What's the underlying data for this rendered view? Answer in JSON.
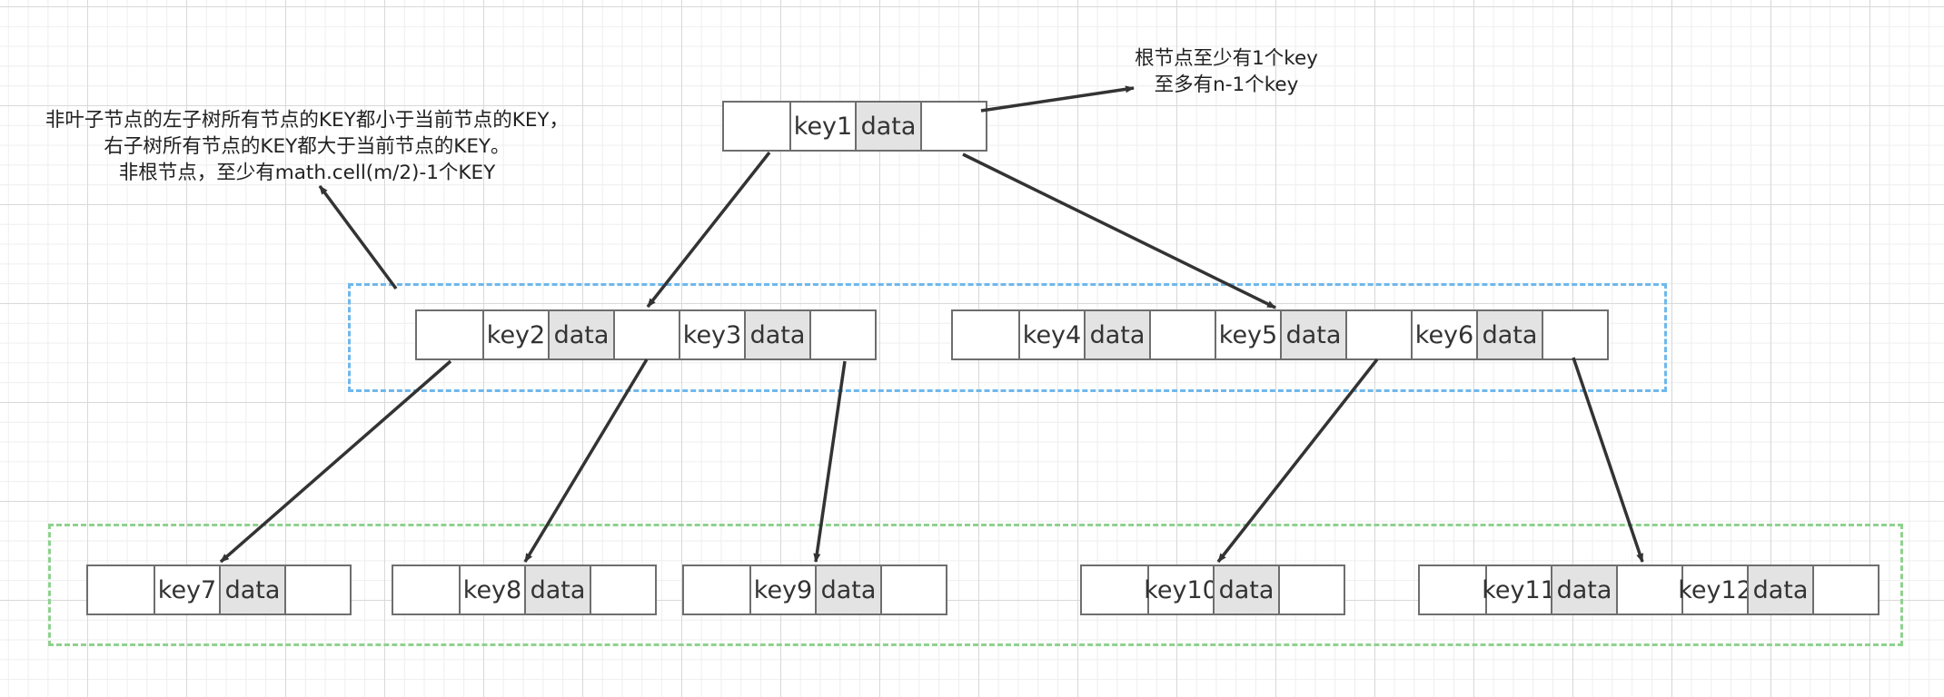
{
  "root": {
    "keys": [
      "key1"
    ],
    "data_label": "data"
  },
  "internal_nodes": [
    {
      "keys": [
        "key2",
        "key3"
      ],
      "data_label": "data"
    },
    {
      "keys": [
        "key4",
        "key5",
        "key6"
      ],
      "data_label": "data"
    }
  ],
  "leaf_nodes": [
    {
      "keys": [
        "key7"
      ],
      "data_label": "data"
    },
    {
      "keys": [
        "key8"
      ],
      "data_label": "data"
    },
    {
      "keys": [
        "key9"
      ],
      "data_label": "data"
    },
    {
      "keys": [
        "key10"
      ],
      "data_label": "data"
    },
    {
      "keys": [
        "key11",
        "key12"
      ],
      "data_label": "data"
    }
  ],
  "notes": {
    "root": [
      "根节点至少有1个key",
      "至多有n-1个key"
    ],
    "internal": [
      "非叶子节点的左子树所有节点的KEY都小于当前节点的KEY，",
      "右子树所有节点的KEY都大于当前节点的KEY。",
      "非根节点，至少有math.cell(m/2)-1个KEY"
    ]
  },
  "colors": {
    "internal_group_border": "#6fb8ec",
    "leaf_group_border": "#8fd18f",
    "data_cell_fill": "#e3e3e3",
    "arrow": "#333333"
  }
}
